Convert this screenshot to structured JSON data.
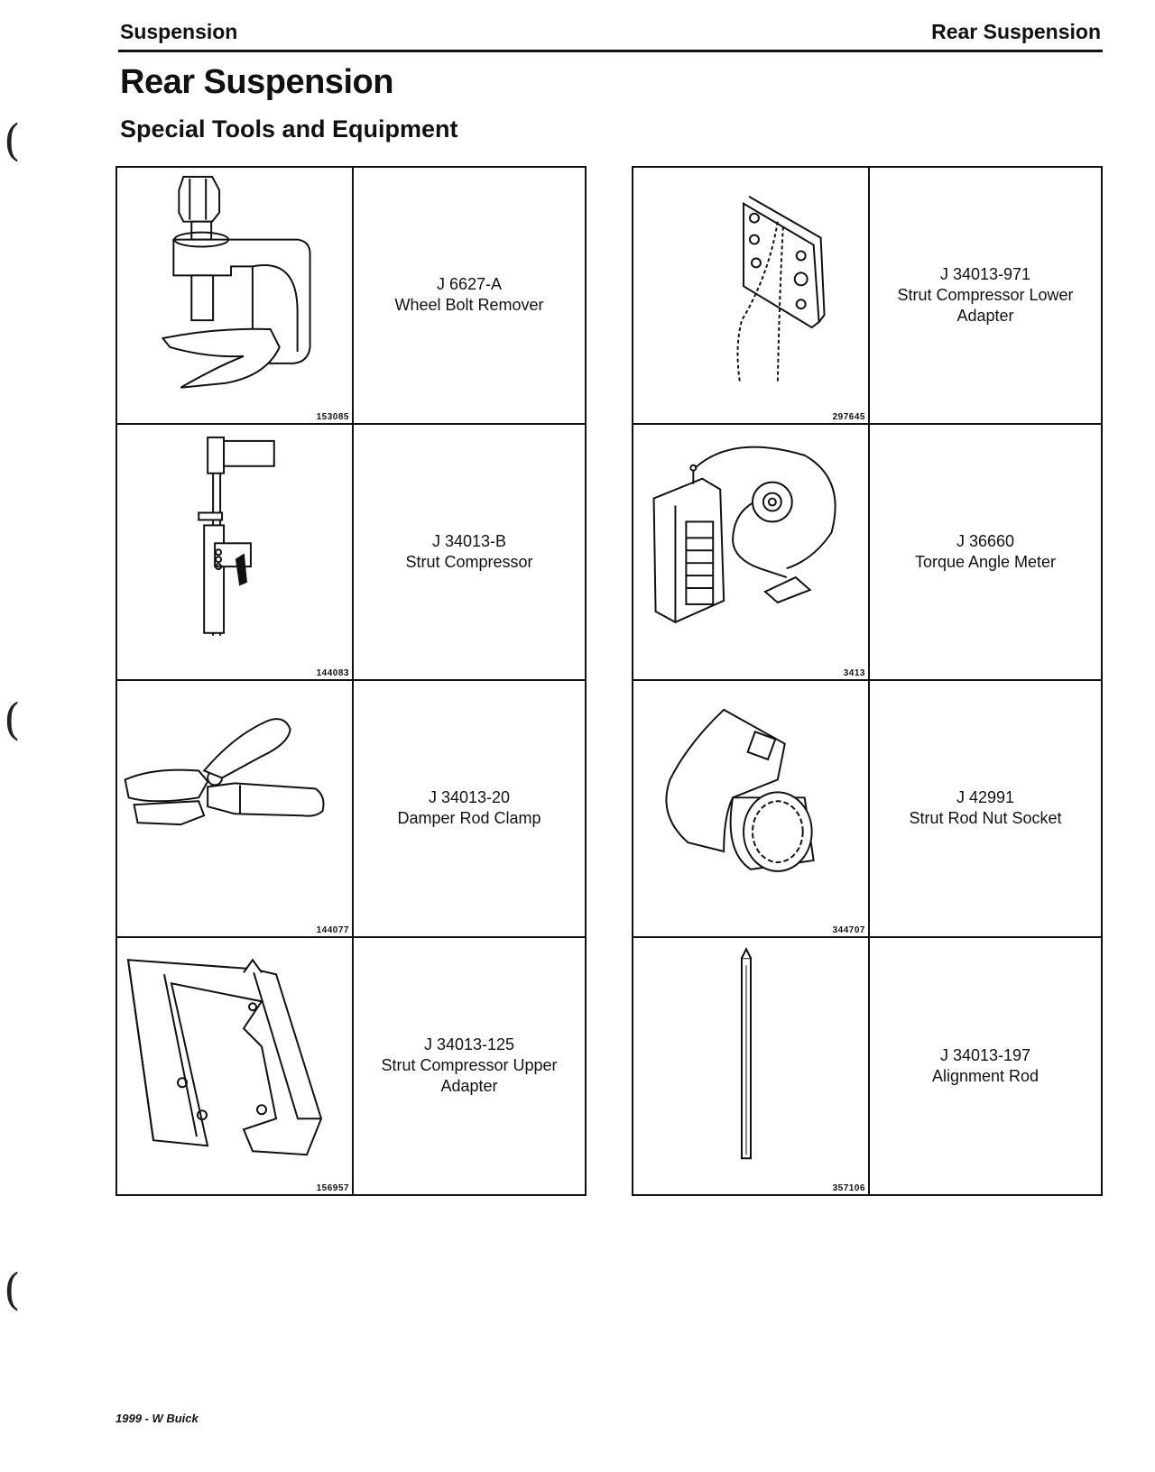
{
  "header": {
    "left": "Suspension",
    "right": "Rear Suspension"
  },
  "title": "Rear Suspension",
  "subtitle": "Special Tools and Equipment",
  "tools_left": [
    {
      "fig": "153085",
      "part": "J 6627-A",
      "name": "Wheel Bolt Remover",
      "icon": "wheel-bolt-remover-icon"
    },
    {
      "fig": "144083",
      "part": "J 34013-B",
      "name": "Strut Compressor",
      "icon": "strut-compressor-icon"
    },
    {
      "fig": "144077",
      "part": "J 34013-20",
      "name": "Damper Rod Clamp",
      "icon": "damper-rod-clamp-icon"
    },
    {
      "fig": "156957",
      "part": "J 34013-125",
      "name": "Strut Compressor Upper Adapter",
      "icon": "upper-adapter-icon"
    }
  ],
  "tools_right": [
    {
      "fig": "297645",
      "part": "J 34013-971",
      "name": "Strut Compressor Lower Adapter",
      "icon": "lower-adapter-icon"
    },
    {
      "fig": "3413",
      "part": "J 36660",
      "name": "Torque Angle Meter",
      "icon": "torque-angle-meter-icon"
    },
    {
      "fig": "344707",
      "part": "J 42991",
      "name": "Strut Rod Nut Socket",
      "icon": "strut-rod-nut-socket-icon"
    },
    {
      "fig": "357106",
      "part": "J 34013-197",
      "name": "Alignment Rod",
      "icon": "alignment-rod-icon"
    }
  ],
  "footer": "1999 - W Buick"
}
